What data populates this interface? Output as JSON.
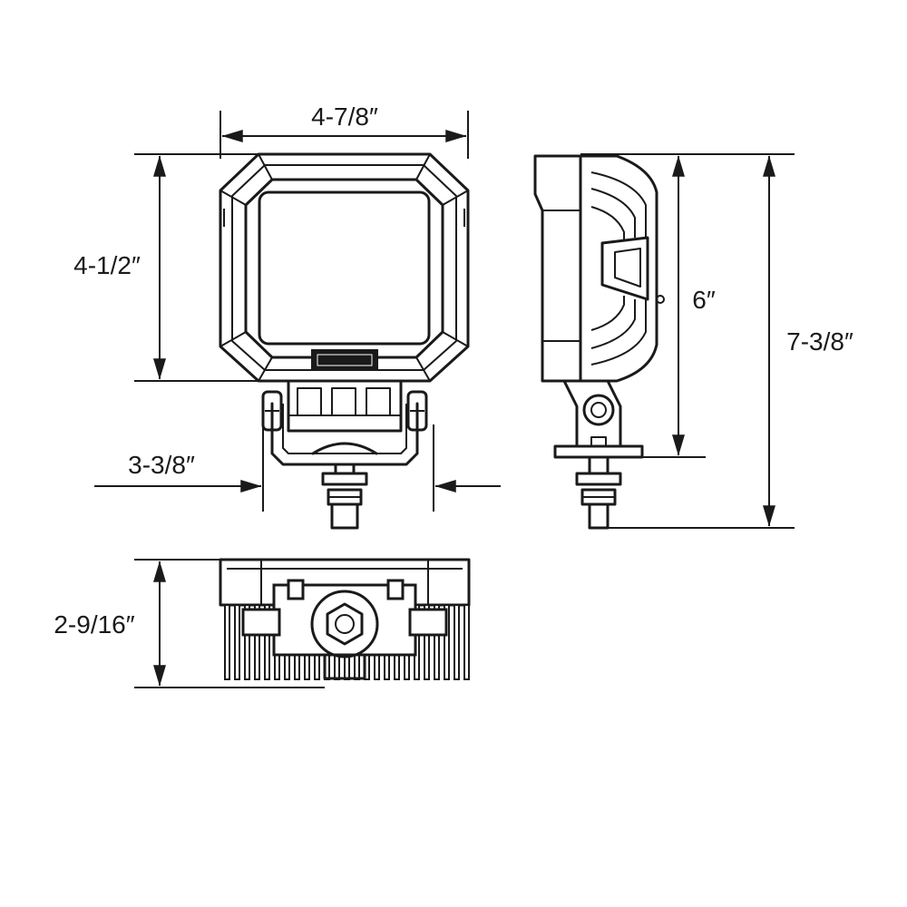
{
  "dimensions": {
    "front_width": "4-7/8″",
    "front_height": "4-1/2″",
    "bracket_width": "3-3/8″",
    "side_height_body": "6″",
    "side_height_total": "7-3/8″",
    "bottom_depth": "2-9/16″"
  },
  "colors": {
    "line": "#1a1a1a",
    "background": "#ffffff"
  },
  "icons": {
    "arrowhead": "arrowhead-icon",
    "nut": "hex-nut-icon"
  }
}
